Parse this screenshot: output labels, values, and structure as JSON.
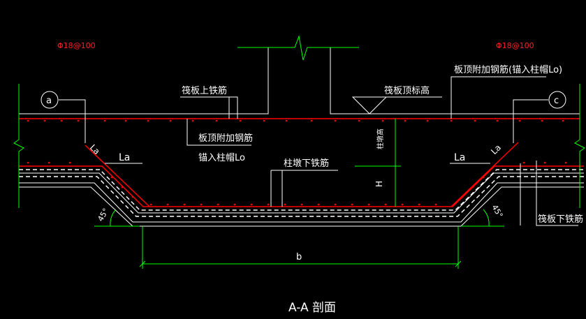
{
  "drawing": {
    "title": "A-A 剖面",
    "labels": {
      "rebar_left": "Φ18@100",
      "rebar_right": "Φ18@100",
      "top_added_right": "板顶附加钢筋(锚入柱帽Lo)",
      "raft_top_rebar": "筏板上铁筋",
      "raft_top_level": "筏板顶标高",
      "top_added_center_line1": "板顶附加钢筋",
      "top_added_center_line2": "锚入柱帽Lo",
      "column_cap_bottom_rebar": "柱墩下铁筋",
      "raft_bottom_rebar": "筏板下铁筋",
      "vertical_note": "柱墩高",
      "axis_left": "a",
      "axis_right": "c",
      "la_left_diag": "La",
      "la_left": "La",
      "la_right": "La",
      "la_right_diag": "La",
      "h": "H",
      "b": "b",
      "angle_left": "45°",
      "angle_right": "45°"
    },
    "colors": {
      "background": "#000000",
      "concrete": "#ffffff",
      "rebar": "#ff0000",
      "dimension": "#00ff00",
      "leader": "#ffffff",
      "text": "#ffffff",
      "rebar_text": "#ff2020"
    }
  }
}
